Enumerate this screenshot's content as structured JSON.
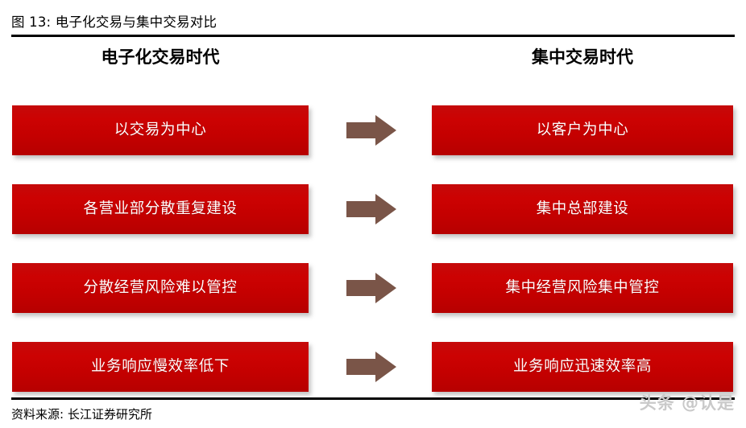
{
  "figure": {
    "title": "图 13: 电子化交易与集中交易对比",
    "source_label": "资料来源: 长江证券研究所",
    "watermark": "头条 @认是"
  },
  "columns": {
    "left_header": "电子化交易时代",
    "right_header": "集中交易时代"
  },
  "colors": {
    "box_red": "#CC0000",
    "arrow_brown": "#7A5548",
    "rule_black": "#000000",
    "box_text": "#FFFFFF",
    "watermark_gray": "#C9C9C9"
  },
  "rows": [
    {
      "left": "以交易为中心",
      "arrow": "right-arrow-icon",
      "right": "以客户为中心"
    },
    {
      "left": "各营业部分散重复建设",
      "arrow": "right-arrow-icon",
      "right": "集中总部建设"
    },
    {
      "left": "分散经营风险难以管控",
      "arrow": "right-arrow-icon",
      "right": "集中经营风险集中管控"
    },
    {
      "left": "业务响应慢效率低下",
      "arrow": "right-arrow-icon",
      "right": "业务响应迅速效率高"
    }
  ]
}
